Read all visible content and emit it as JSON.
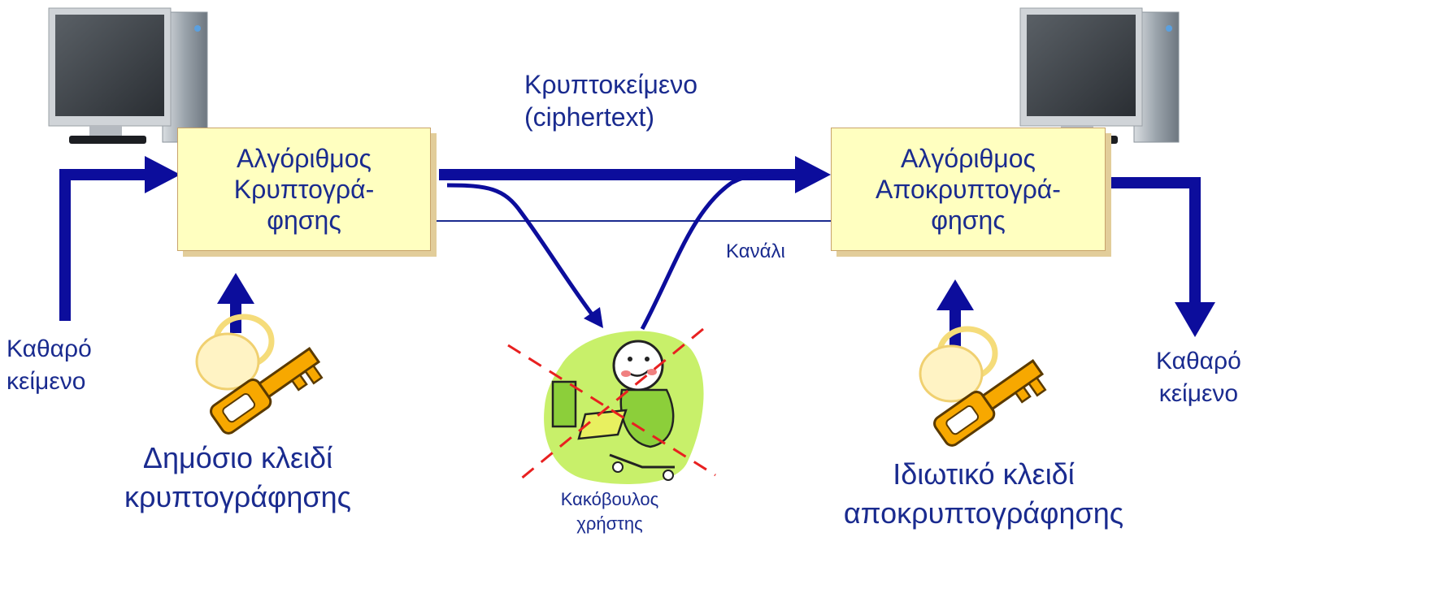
{
  "encrypt_box": {
    "lines": [
      "Αλγόριθμος",
      "Κρυπτογρά-",
      "φησης"
    ]
  },
  "decrypt_box": {
    "lines": [
      "Αλγόριθμος",
      "Αποκρυπτογρά-",
      "φησης"
    ]
  },
  "ciphertext_label": {
    "lines": [
      "Κρυπτοκείμενο",
      "(ciphertext)"
    ]
  },
  "channel_label": "Κανάλι",
  "plaintext_left": {
    "lines": [
      "Καθαρό",
      "κείμενο"
    ]
  },
  "plaintext_right": {
    "lines": [
      "Καθαρό",
      "κείμενο"
    ]
  },
  "public_key_label": {
    "lines": [
      "Δημόσιο κλειδί",
      "κρυπτογράφησης"
    ]
  },
  "private_key_label": {
    "lines": [
      "Ιδιωτικό κλειδί",
      "αποκρυπτογράφησης"
    ]
  },
  "attacker_label": {
    "lines": [
      "Κακόβουλος",
      "χρήστης"
    ]
  },
  "colors": {
    "text": "#1a2b8f",
    "arrow": "#0c0d9c",
    "box_fill": "#ffffc0",
    "key": "#f7a800",
    "cross": "#e82020",
    "blob": "#c8f06a"
  },
  "icons": [
    "computer-icon",
    "key-icon",
    "attacker-icon"
  ]
}
